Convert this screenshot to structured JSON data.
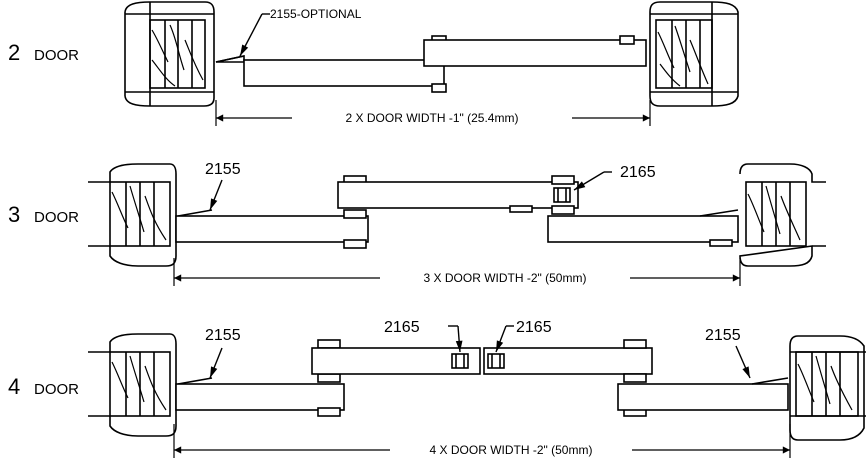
{
  "rows": [
    {
      "num": "2",
      "word": "DOOR",
      "dimension": "2 X DOOR WIDTH -1\" (25.4mm)",
      "callouts": [
        "2155-OPTIONAL"
      ]
    },
    {
      "num": "3",
      "word": "DOOR",
      "dimension": "3 X DOOR WIDTH -2\" (50mm)",
      "callouts": [
        "2155",
        "2165"
      ]
    },
    {
      "num": "4",
      "word": "DOOR",
      "dimension": "4 X DOOR WIDTH -2\" (50mm)",
      "callouts": [
        "2155",
        "2165",
        "2165",
        "2155"
      ]
    }
  ]
}
